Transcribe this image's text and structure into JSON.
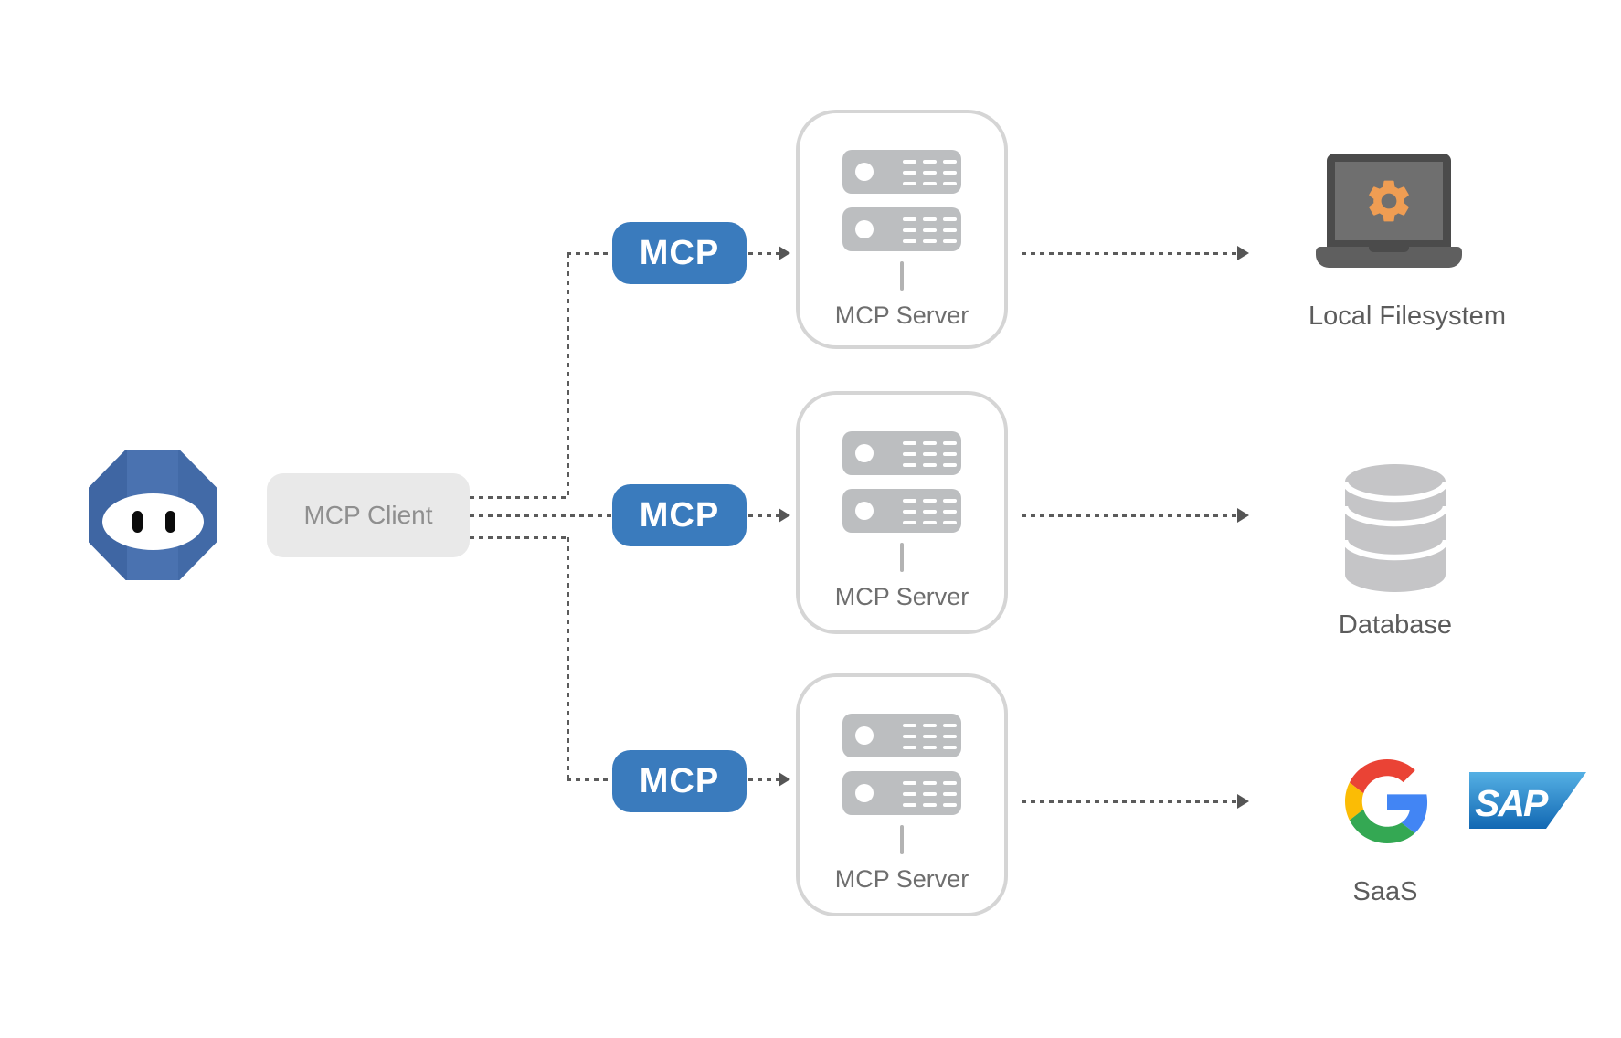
{
  "diagram": {
    "client": {
      "label": "MCP Client",
      "icon": "robot-icon"
    },
    "mcp_badges": [
      {
        "label": "MCP"
      },
      {
        "label": "MCP"
      },
      {
        "label": "MCP"
      }
    ],
    "servers": [
      {
        "label": "MCP Server",
        "icon": "server-rack-icon"
      },
      {
        "label": "MCP Server",
        "icon": "server-rack-icon"
      },
      {
        "label": "MCP Server",
        "icon": "server-rack-icon"
      }
    ],
    "targets": [
      {
        "label": "Local Filesystem",
        "icon": "laptop-gear-icon"
      },
      {
        "label": "Database",
        "icon": "database-cylinder-icon"
      },
      {
        "label": "SaaS",
        "icons": [
          "google-logo-icon",
          "sap-logo-icon"
        ],
        "sap_text": "SAP"
      }
    ],
    "connections": {
      "style": "dashed-arrow",
      "client_to_badges": 3,
      "badges_to_servers": 3,
      "servers_to_targets": 3
    },
    "colors": {
      "mcp_badge_blue": "#3a7bbd",
      "robot_blue": "#4a72b0",
      "client_box_gray": "#e9e9e9",
      "server_border_gray": "#d5d5d5",
      "icon_gray": "#bcbec0",
      "label_gray": "#5c5c5c",
      "connector_gray": "#5b5b5b",
      "gear_orange": "#ef9d53",
      "google_red": "#EA4335",
      "google_blue": "#4285F4",
      "google_yellow": "#FBBC05",
      "google_green": "#34A853",
      "sap_blue_top": "#55b0e4",
      "sap_blue_bottom": "#1268b3"
    }
  }
}
